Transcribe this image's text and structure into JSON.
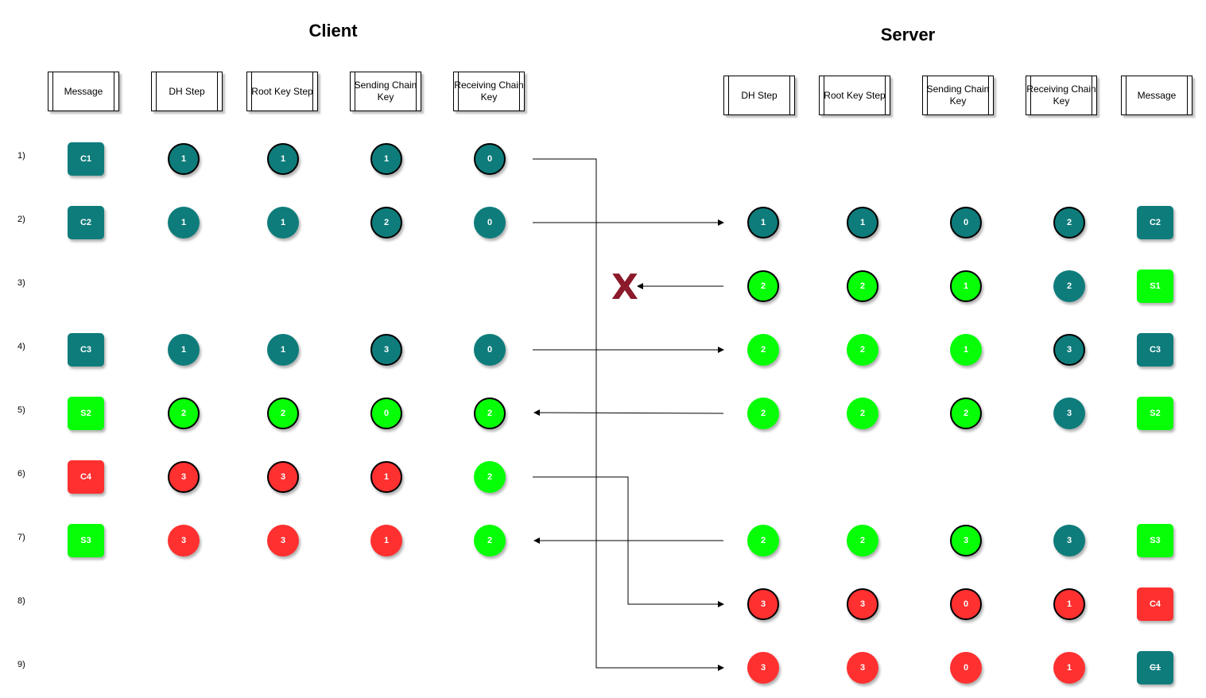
{
  "titles": {
    "client": "Client",
    "server": "Server"
  },
  "client_headers": [
    "Message",
    "DH Step",
    "Root Key Step",
    "Sending Chain Key",
    "Receiving Chain Key"
  ],
  "server_headers": [
    "DH Step",
    "Root Key Step",
    "Sending Chain Key",
    "Receiving Chain Key",
    "Message"
  ],
  "rows": [
    "1)",
    "2)",
    "3)",
    "4)",
    "5)",
    "6)",
    "7)",
    "8)",
    "9)"
  ],
  "colors": {
    "teal": "#0e7c7b",
    "green": "#06ff06",
    "red": "#ff3030",
    "lost_marker": "#8b1a2b"
  },
  "lost_marker": "X",
  "client": [
    {
      "row": 1,
      "message": {
        "text": "C1",
        "color": "teal"
      },
      "cells": [
        {
          "text": "1",
          "color": "teal",
          "outline": true
        },
        {
          "text": "1",
          "color": "teal",
          "outline": true
        },
        {
          "text": "1",
          "color": "teal",
          "outline": true
        },
        {
          "text": "0",
          "color": "teal",
          "outline": true
        }
      ]
    },
    {
      "row": 2,
      "message": {
        "text": "C2",
        "color": "teal"
      },
      "cells": [
        {
          "text": "1",
          "color": "teal",
          "outline": false
        },
        {
          "text": "1",
          "color": "teal",
          "outline": false
        },
        {
          "text": "2",
          "color": "teal",
          "outline": true
        },
        {
          "text": "0",
          "color": "teal",
          "outline": false
        }
      ]
    },
    {
      "row": 4,
      "message": {
        "text": "C3",
        "color": "teal"
      },
      "cells": [
        {
          "text": "1",
          "color": "teal",
          "outline": false
        },
        {
          "text": "1",
          "color": "teal",
          "outline": false
        },
        {
          "text": "3",
          "color": "teal",
          "outline": true
        },
        {
          "text": "0",
          "color": "teal",
          "outline": false
        }
      ]
    },
    {
      "row": 5,
      "message": {
        "text": "S2",
        "color": "green"
      },
      "cells": [
        {
          "text": "2",
          "color": "green",
          "outline": true
        },
        {
          "text": "2",
          "color": "green",
          "outline": true
        },
        {
          "text": "0",
          "color": "green",
          "outline": true
        },
        {
          "text": "2",
          "color": "green",
          "outline": true
        }
      ]
    },
    {
      "row": 6,
      "message": {
        "text": "C4",
        "color": "red"
      },
      "cells": [
        {
          "text": "3",
          "color": "red",
          "outline": true
        },
        {
          "text": "3",
          "color": "red",
          "outline": true
        },
        {
          "text": "1",
          "color": "red",
          "outline": true
        },
        {
          "text": "2",
          "color": "green",
          "outline": false
        }
      ]
    },
    {
      "row": 7,
      "message": {
        "text": "S3",
        "color": "green"
      },
      "cells": [
        {
          "text": "3",
          "color": "red",
          "outline": false
        },
        {
          "text": "3",
          "color": "red",
          "outline": false
        },
        {
          "text": "1",
          "color": "red",
          "outline": false
        },
        {
          "text": "2",
          "color": "green",
          "outline": false
        }
      ]
    }
  ],
  "server": [
    {
      "row": 2,
      "cells": [
        {
          "text": "1",
          "color": "teal",
          "outline": true
        },
        {
          "text": "1",
          "color": "teal",
          "outline": true
        },
        {
          "text": "0",
          "color": "teal",
          "outline": true
        },
        {
          "text": "2",
          "color": "teal",
          "outline": true
        }
      ],
      "message": {
        "text": "C2",
        "color": "teal"
      }
    },
    {
      "row": 3,
      "cells": [
        {
          "text": "2",
          "color": "green",
          "outline": true
        },
        {
          "text": "2",
          "color": "green",
          "outline": true
        },
        {
          "text": "1",
          "color": "green",
          "outline": true
        },
        {
          "text": "2",
          "color": "teal",
          "outline": false
        }
      ],
      "message": {
        "text": "S1",
        "color": "green"
      }
    },
    {
      "row": 4,
      "cells": [
        {
          "text": "2",
          "color": "green",
          "outline": false
        },
        {
          "text": "2",
          "color": "green",
          "outline": false
        },
        {
          "text": "1",
          "color": "green",
          "outline": false
        },
        {
          "text": "3",
          "color": "teal",
          "outline": true
        }
      ],
      "message": {
        "text": "C3",
        "color": "teal"
      }
    },
    {
      "row": 5,
      "cells": [
        {
          "text": "2",
          "color": "green",
          "outline": false
        },
        {
          "text": "2",
          "color": "green",
          "outline": false
        },
        {
          "text": "2",
          "color": "green",
          "outline": true
        },
        {
          "text": "3",
          "color": "teal",
          "outline": false
        }
      ],
      "message": {
        "text": "S2",
        "color": "green"
      }
    },
    {
      "row": 7,
      "cells": [
        {
          "text": "2",
          "color": "green",
          "outline": false
        },
        {
          "text": "2",
          "color": "green",
          "outline": false
        },
        {
          "text": "3",
          "color": "green",
          "outline": true
        },
        {
          "text": "3",
          "color": "teal",
          "outline": false
        }
      ],
      "message": {
        "text": "S3",
        "color": "green"
      }
    },
    {
      "row": 8,
      "cells": [
        {
          "text": "3",
          "color": "red",
          "outline": true
        },
        {
          "text": "3",
          "color": "red",
          "outline": true
        },
        {
          "text": "0",
          "color": "red",
          "outline": true
        },
        {
          "text": "1",
          "color": "red",
          "outline": true
        }
      ],
      "message": {
        "text": "C4",
        "color": "red"
      }
    },
    {
      "row": 9,
      "cells": [
        {
          "text": "3",
          "color": "red",
          "outline": false
        },
        {
          "text": "3",
          "color": "red",
          "outline": false
        },
        {
          "text": "0",
          "color": "red",
          "outline": false
        },
        {
          "text": "1",
          "color": "red",
          "outline": false
        }
      ],
      "message": {
        "text": "C1",
        "color": "teal",
        "strikethrough": true
      }
    }
  ],
  "arrows": [
    {
      "from": "client-row-1",
      "to": "server-row-9",
      "direction": "to-server"
    },
    {
      "from": "client-row-2",
      "to": "server-row-2",
      "direction": "to-server"
    },
    {
      "from": "server-row-3",
      "to": "lost",
      "direction": "to-client",
      "lost": true
    },
    {
      "from": "client-row-4",
      "to": "server-row-4",
      "direction": "to-server"
    },
    {
      "from": "server-row-5",
      "to": "client-row-5",
      "direction": "to-client"
    },
    {
      "from": "client-row-6",
      "to": "server-row-8",
      "direction": "to-server"
    },
    {
      "from": "server-row-7",
      "to": "client-row-7",
      "direction": "to-client"
    }
  ]
}
